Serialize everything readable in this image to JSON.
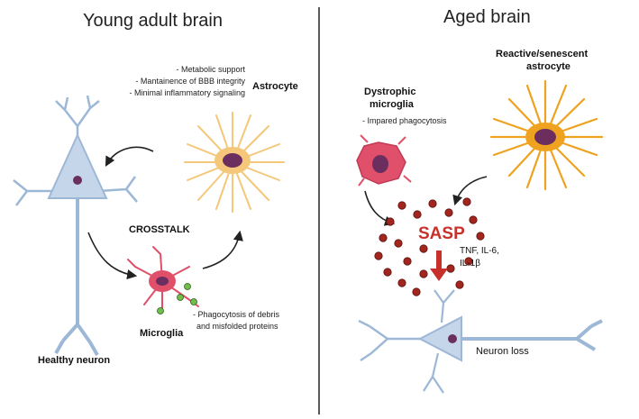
{
  "left_panel": {
    "title": "Young adult brain",
    "astrocyte_functions": [
      "- Metabolic support",
      "- Mantainence of BBB integrity",
      "- Minimal inflammatory signaling"
    ],
    "astrocyte_label": "Astrocyte",
    "crosstalk_label": "CROSSTALK",
    "microglia_label": "Microglia",
    "microglia_function": [
      "- Phagocytosis of debris",
      "and misfolded proteins"
    ],
    "neuron_label": "Healthy neuron"
  },
  "right_panel": {
    "title": "Aged brain",
    "microglia_label": [
      "Dystrophic",
      "microglia"
    ],
    "microglia_note": "- Impared phagocytosis",
    "astrocyte_label": [
      "Reactive/senescent",
      "astrocyte"
    ],
    "sasp_label": "SASP",
    "cytokines": [
      "TNF, IL-6,",
      "IL-1β"
    ],
    "neuron_label": "Neuron loss"
  },
  "colors": {
    "neuron": "#c5d6ea",
    "neuron_outline": "#9db8d6",
    "young_astrocyte": "#f4c77a",
    "aged_astrocyte": "#eea21f",
    "nucleus": "#6b2e5e",
    "microglia": "#e0506a",
    "debris": "#6fbf4a",
    "sasp_dot": "#a3261e",
    "arrow_red": "#c8302c"
  }
}
